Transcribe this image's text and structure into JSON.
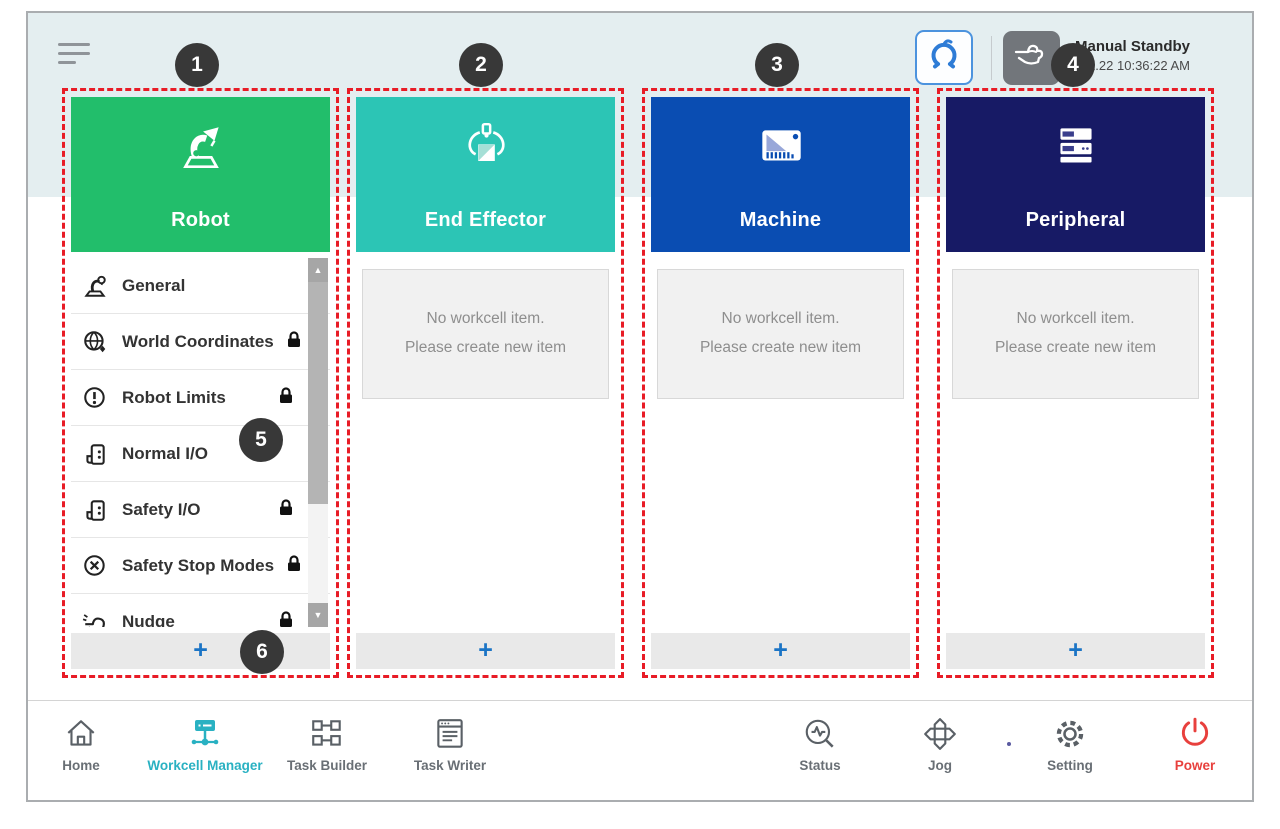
{
  "topbar": {
    "menu_icon": "hamburger-icon",
    "robot_mode_button_icon": "gripper-claw-icon",
    "hand_button_icon": "hand-gesture-icon",
    "status_title": "Manual Standby",
    "status_time": "2.22 10:36:22 AM"
  },
  "callouts": [
    "1",
    "2",
    "3",
    "4",
    "5",
    "6"
  ],
  "columns": [
    {
      "title": "Robot",
      "color": "#22be6b",
      "icon": "robot-arm-icon"
    },
    {
      "title": "End Effector",
      "color": "#2cc5b5",
      "icon": "gripper-box-icon"
    },
    {
      "title": "Machine",
      "color": "#0a4db2",
      "icon": "machine-icon"
    },
    {
      "title": "Peripheral",
      "color": "#171a65",
      "icon": "server-icon"
    }
  ],
  "robot_menu": {
    "items": [
      {
        "label": "General",
        "icon": "robot-general-icon",
        "locked": false
      },
      {
        "label": "World Coordinates",
        "icon": "world-coordinates-icon",
        "locked": true
      },
      {
        "label": "Robot Limits",
        "icon": "robot-limits-icon",
        "locked": true
      },
      {
        "label": "Normal I/O",
        "icon": "io-icon",
        "locked": false
      },
      {
        "label": "Safety I/O",
        "icon": "io-icon",
        "locked": true
      },
      {
        "label": "Safety Stop Modes",
        "icon": "stop-modes-icon",
        "locked": true
      },
      {
        "label": "Nudge",
        "icon": "nudge-icon",
        "locked": true
      }
    ]
  },
  "empty_state": {
    "line1": "No workcell item.",
    "line2": "Please create new item"
  },
  "add_label": "+",
  "nav": {
    "items": [
      {
        "label": "Home",
        "icon": "home-icon",
        "active": false
      },
      {
        "label": "Workcell Manager",
        "icon": "workcell-manager-icon",
        "active": true
      },
      {
        "label": "Task Builder",
        "icon": "task-builder-icon",
        "active": false
      },
      {
        "label": "Task Writer",
        "icon": "task-writer-icon",
        "active": false
      },
      {
        "label": "Status",
        "icon": "status-icon",
        "active": false
      },
      {
        "label": "Jog",
        "icon": "jog-icon",
        "active": false
      },
      {
        "label": "Setting",
        "icon": "setting-icon",
        "active": false
      },
      {
        "label": "Power",
        "icon": "power-icon",
        "active": false
      }
    ]
  },
  "colors": {
    "robot_green": "#22be6b",
    "end_effector_teal": "#2cc5b5",
    "machine_blue": "#0a4db2",
    "peripheral_navy": "#171a65",
    "callout_red_dash": "#e81c26",
    "active_nav_teal": "#29b1c2",
    "power_red": "#e8403d",
    "add_plus_blue": "#1b74c5",
    "top_band": "#e4eef0"
  }
}
